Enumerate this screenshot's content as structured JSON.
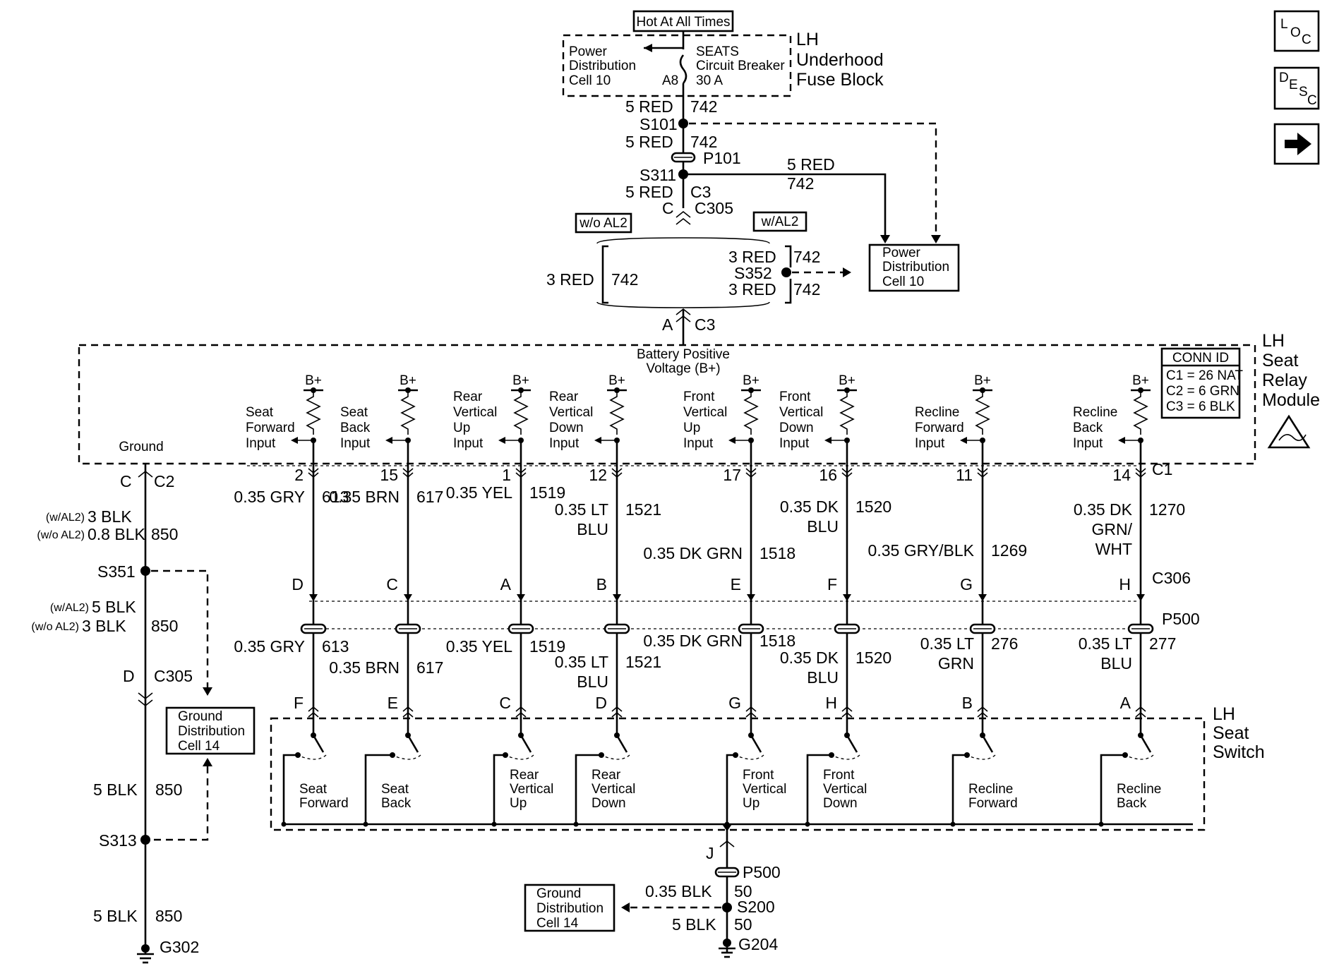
{
  "nav": {
    "loc_label": "LOC",
    "desc_label": "DESC",
    "next_icon": "arrow-right-icon"
  },
  "top": {
    "hot_label": "Hot At All Times",
    "pdc_lines": [
      "Power",
      "Distribution",
      "Cell 10"
    ],
    "seats_lines": [
      "SEATS",
      "Circuit Breaker",
      "30 A"
    ],
    "a8": "A8",
    "fuse_block_lines": [
      "LH",
      "Underhood",
      "Fuse Block"
    ]
  },
  "main_feed": {
    "w1": "5 RED",
    "c1": "742",
    "s101": "S101",
    "w2": "5 RED",
    "c2": "742",
    "p101": "P101",
    "s311": "S311",
    "w3": "5 RED",
    "c3": "C3",
    "branch_wire": "5 RED",
    "branch_circuit": "742",
    "pin_c": "C",
    "c305": "C305",
    "wo_al2": "w/o AL2",
    "w_al2": "w/AL2",
    "left_wire": "3 RED",
    "left_circuit": "742",
    "r_top_wire": "3 RED",
    "r_top_circuit": "742",
    "s352": "S352",
    "r_bot_wire": "3 RED",
    "r_bot_circuit": "742",
    "pdc2_lines": [
      "Power",
      "Distribution",
      "Cell 10"
    ],
    "pin_a": "A"
  },
  "module": {
    "label_lines": [
      "LH",
      "Seat",
      "Relay",
      "Module"
    ],
    "battery_lines": [
      "Battery Positive",
      "Voltage (B+)"
    ],
    "ground_label": "Ground",
    "b_plus": "B+",
    "conn_id": {
      "title": "CONN ID",
      "rows": [
        "C1 = 26 NAT",
        "C2 = 6  GRN",
        "C3 = 6  BLK"
      ]
    },
    "c1": "C1",
    "esd_icon": "esd-sensitive-icon"
  },
  "channels": [
    {
      "input": [
        "Seat",
        "Forward",
        "Input"
      ],
      "pin": "2",
      "w1": [
        "0.35 GRY"
      ],
      "c1": "613",
      "pin_c306": "D",
      "w2": [
        "0.35 GRY"
      ],
      "c2": "613",
      "pin_sw": "F",
      "switch": [
        "Seat",
        "Forward"
      ]
    },
    {
      "input": [
        "Seat",
        "Back",
        "Input"
      ],
      "pin": "15",
      "w1": [
        "0.35 BRN"
      ],
      "c1": "617",
      "pin_c306": "C",
      "w2": [
        "0.35 BRN"
      ],
      "c2": "617",
      "pin_sw": "E",
      "switch": [
        "Seat",
        "Back"
      ]
    },
    {
      "input": [
        "Rear",
        "Vertical",
        "Up",
        "Input"
      ],
      "pin": "1",
      "w1": [
        "0.35 YEL"
      ],
      "c1": "1519",
      "pin_c306": "A",
      "w2": [
        "0.35 YEL"
      ],
      "c2": "1519",
      "pin_sw": "C",
      "switch": [
        "Rear",
        "Vertical",
        "Up"
      ]
    },
    {
      "input": [
        "Rear",
        "Vertical",
        "Down",
        "Input"
      ],
      "pin": "12",
      "w1": [
        "0.35 LT",
        "BLU"
      ],
      "c1": "1521",
      "pin_c306": "B",
      "w2": [
        "0.35 LT",
        "BLU"
      ],
      "c2": "1521",
      "pin_sw": "D",
      "switch": [
        "Rear",
        "Vertical",
        "Down"
      ]
    },
    {
      "input": [
        "Front",
        "Vertical",
        "Up",
        "Input"
      ],
      "pin": "17",
      "w1": [
        "0.35 DK GRN"
      ],
      "c1": "1518",
      "pin_c306": "E",
      "w2": [
        "0.35 DK GRN"
      ],
      "c2": "1518",
      "pin_sw": "G",
      "switch": [
        "Front",
        "Vertical",
        "Up"
      ]
    },
    {
      "input": [
        "Front",
        "Vertical",
        "Down",
        "Input"
      ],
      "pin": "16",
      "w1": [
        "0.35 DK",
        "BLU"
      ],
      "c1": "1520",
      "pin_c306": "F",
      "w2": [
        "0.35 DK",
        "BLU"
      ],
      "c2": "1520",
      "pin_sw": "H",
      "switch": [
        "Front",
        "Vertical",
        "Down"
      ]
    },
    {
      "input": [
        "Recline",
        "Forward",
        "Input"
      ],
      "pin": "11",
      "w1": [
        "0.35 GRY/BLK"
      ],
      "c1": "1269",
      "pin_c306": "G",
      "w2": [
        "0.35 LT",
        "GRN"
      ],
      "c2": "276",
      "pin_sw": "B",
      "switch": [
        "Recline",
        "Forward"
      ]
    },
    {
      "input": [
        "Recline",
        "Back",
        "Input"
      ],
      "pin": "14",
      "w1": [
        "0.35 DK",
        "GRN/",
        "WHT"
      ],
      "c1": "1270",
      "pin_c306": "H",
      "w2": [
        "0.35 LT",
        "BLU"
      ],
      "c2": "277",
      "pin_sw": "A",
      "switch": [
        "Recline",
        "Back"
      ]
    }
  ],
  "connectors": {
    "c306": "C306",
    "p500": "P500"
  },
  "switch_block": {
    "label_lines": [
      "LH",
      "Seat",
      "Switch"
    ]
  },
  "ground_left": {
    "pin_c": "C",
    "c2": "C2",
    "w1_tag": "(w/AL2)",
    "w1": "3 BLK",
    "w1b_tag": "(w/o AL2)",
    "w1b": "0.8 BLK",
    "c1": "850",
    "s351": "S351",
    "w2_tag": "(w/AL2)",
    "w2": "5 BLK",
    "w2b_tag": "(w/o AL2)",
    "w2b": "3 BLK",
    "c2n": "850",
    "pin_d": "D",
    "c305": "C305",
    "gdc_lines": [
      "Ground",
      "Distribution",
      "Cell 14"
    ],
    "w3": "5 BLK",
    "c3": "850",
    "s313": "S313",
    "w4": "5 BLK",
    "c4": "850",
    "g302": "G302"
  },
  "ground_bottom": {
    "pin_j": "J",
    "p500": "P500",
    "w1": "0.35 BLK",
    "c1": "50",
    "s200": "S200",
    "gdc_lines": [
      "Ground",
      "Distribution",
      "Cell 14"
    ],
    "w2": "5 BLK",
    "c2": "50",
    "g204": "G204"
  }
}
